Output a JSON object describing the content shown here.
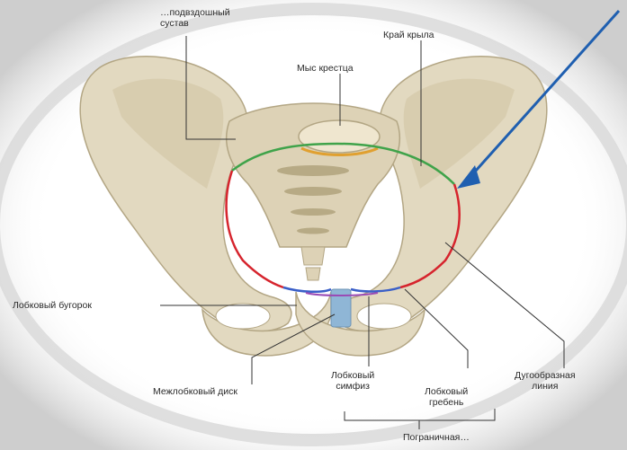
{
  "labels": {
    "sacroiliac_joint": [
      "…подвздошный",
      "сустав"
    ],
    "wing_edge": "Край крыла",
    "promontory": "Мыс крестца",
    "pubic_tubercle": "Лобковый бугорок",
    "interpubic_disc": "Межлобковый диск",
    "pubic_symphysis": [
      "Лобковый",
      "симфиз"
    ],
    "pubic_crest": [
      "Лобковый",
      "гребень"
    ],
    "arcuate_line": [
      "Дугообразная",
      "линия"
    ],
    "terminal_line": "Пограничная…"
  },
  "colors": {
    "bone": "#e2d9c0",
    "bone_shadow": "#c9bd9c",
    "arrow": "#1f5fb0",
    "line_green": "#3fa34a",
    "line_red": "#d6242d",
    "line_blue": "#3a5fc8",
    "line_purple": "#9a4bb5",
    "disc": "#8fb6d6",
    "promontory_line": "#e0a030"
  }
}
